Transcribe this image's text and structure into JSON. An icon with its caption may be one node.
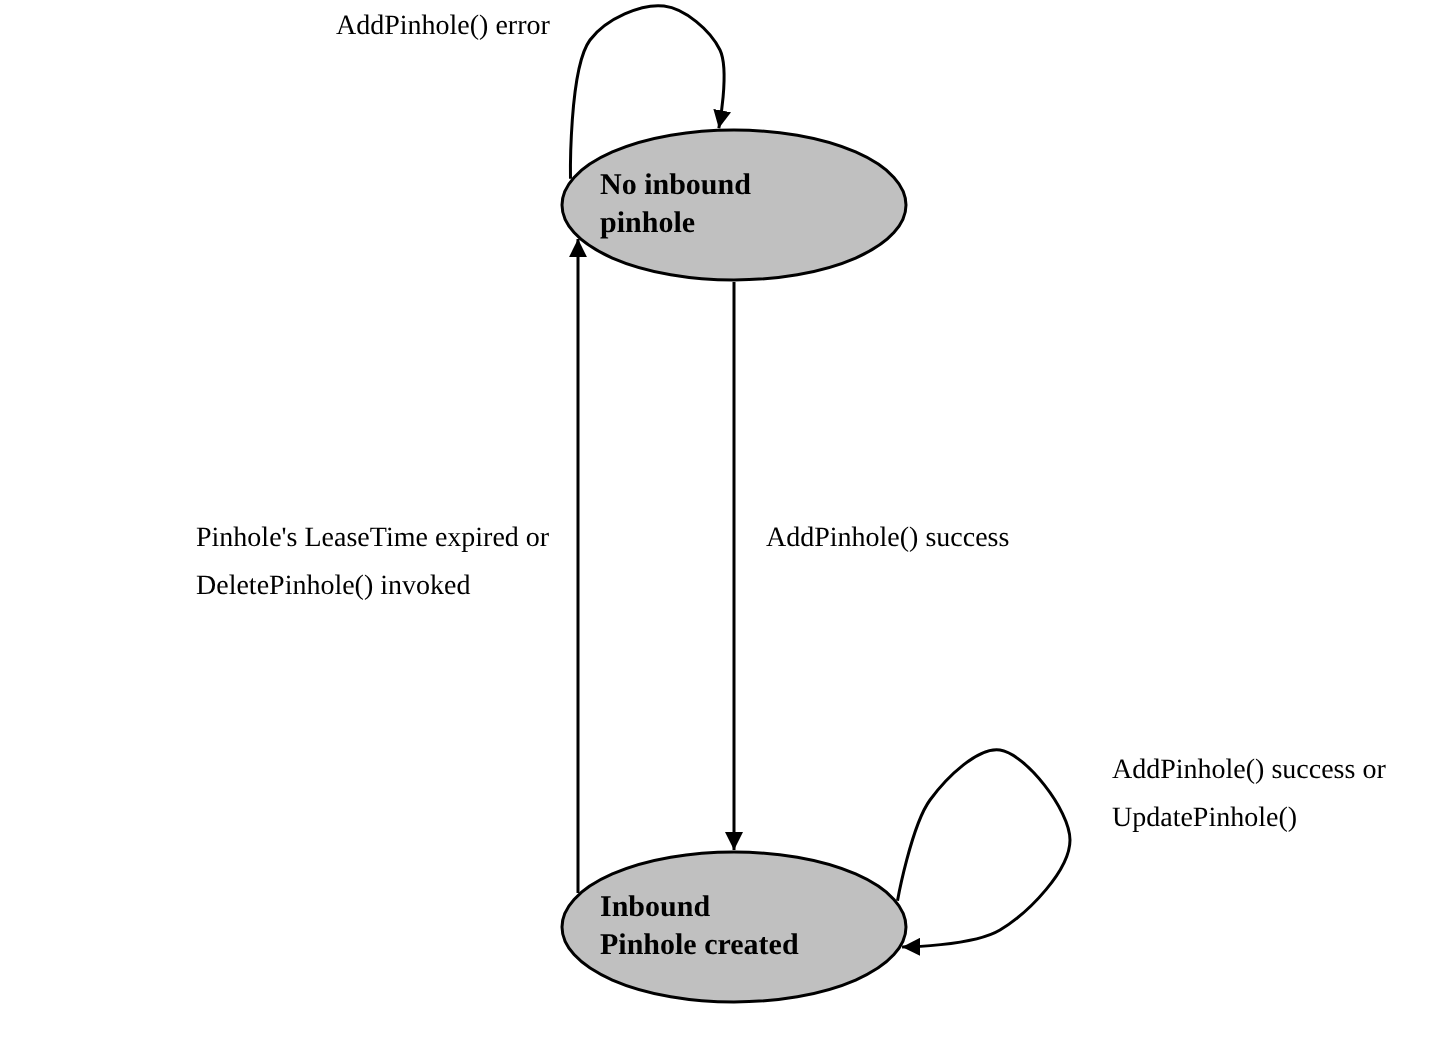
{
  "diagram": {
    "nodes": [
      {
        "text": [
          "No inbound pinhole"
        ]
      },
      {
        "text": [
          "Inbound Pinhole created"
        ]
      }
    ],
    "edges": [
      {
        "from": 0,
        "to": 0,
        "arrow": "to",
        "label": "AddPinhole() error"
      },
      {
        "from": 0,
        "to": 1,
        "arrow": "to",
        "label": "AddPinhole() success"
      },
      {
        "from": 1,
        "to": 0,
        "arrow": "to",
        "label": "Pinhole's LeaseTime expired or DeletePinhole() invoked"
      },
      {
        "from": 1,
        "to": 1,
        "arrow": "to",
        "label": "AddPinhole() success or UpdatePinhole()"
      }
    ]
  }
}
